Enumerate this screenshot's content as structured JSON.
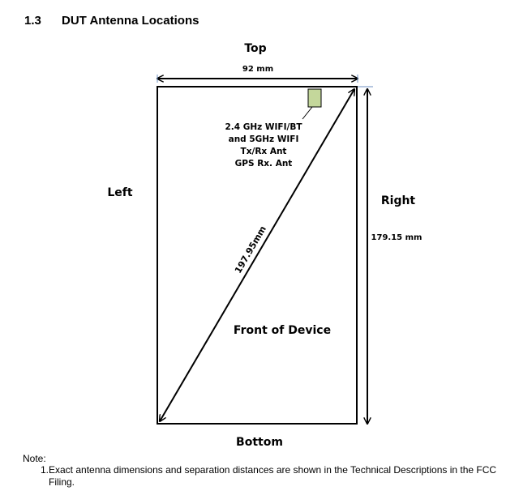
{
  "section": {
    "number": "1.3",
    "title": "DUT Antenna Locations"
  },
  "diagram": {
    "labels": {
      "top": "Top",
      "bottom": "Bottom",
      "left": "Left",
      "right": "Right",
      "front": "Front of Device"
    },
    "dimensions": {
      "width": "92 mm",
      "height": "179.15 mm",
      "diagonal": "197.95mm"
    },
    "antenna": {
      "lines": [
        "2.4 GHz WIFI/BT",
        "and 5GHz WIFI",
        "Tx/Rx Ant",
        "GPS Rx. Ant"
      ],
      "color": "#c4d79b"
    }
  },
  "note": {
    "label": "Note:",
    "items": [
      {
        "index": "1.",
        "text": "Exact antenna dimensions and separation distances are shown in the Technical Descriptions in the FCC Filing."
      }
    ]
  }
}
